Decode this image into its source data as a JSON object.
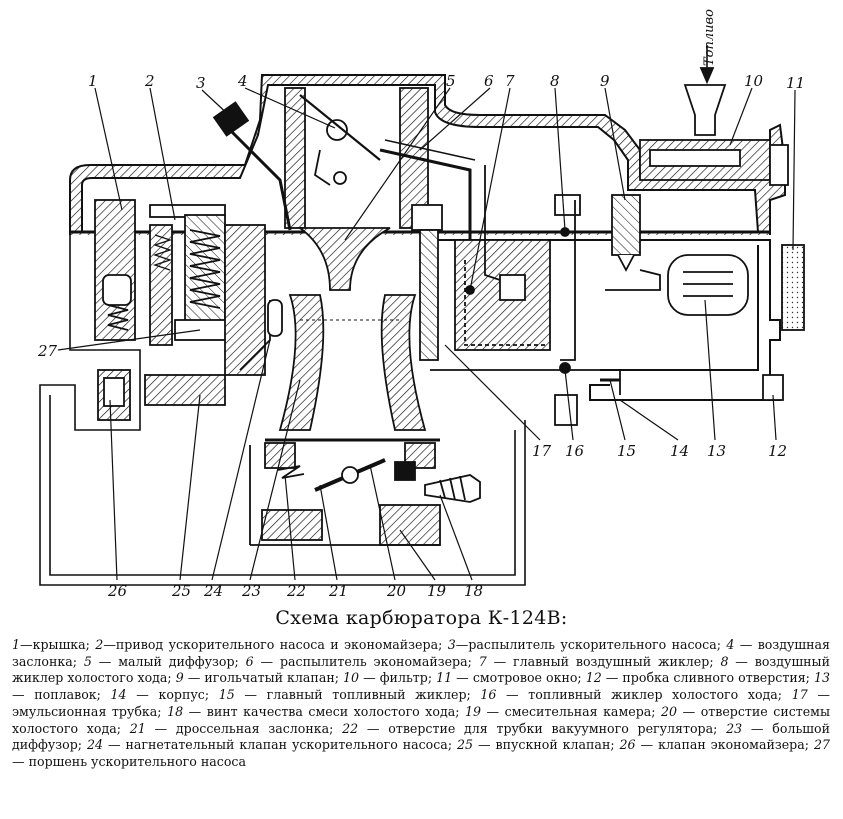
{
  "diagram": {
    "fuel_label": "Топливо",
    "callouts": {
      "top": [
        "1",
        "2",
        "3",
        "4",
        "5",
        "6",
        "7",
        "8",
        "9",
        "10",
        "11"
      ],
      "left": [
        "27"
      ],
      "bottom": [
        "26",
        "25",
        "24",
        "23",
        "22",
        "21",
        "20",
        "19",
        "18",
        "17",
        "16",
        "15",
        "14",
        "13",
        "12"
      ]
    }
  },
  "caption": {
    "title": "Схема карбюратора К-124В:"
  },
  "legend": [
    {
      "num": "1",
      "sep": "—",
      "text": "крышка;"
    },
    {
      "num": "2",
      "sep": "—",
      "text": "привод ускорительного насоса и экономайзера;"
    },
    {
      "num": "3",
      "sep": "—",
      "text": "распылитель ускорительного насоса;"
    },
    {
      "num": "4",
      "sep": " — ",
      "text": "воздушная заслонка;"
    },
    {
      "num": "5",
      "sep": " — ",
      "text": "малый диффузор;"
    },
    {
      "num": "6",
      "sep": " — ",
      "text": "распылитель экономайзера;"
    },
    {
      "num": "7",
      "sep": " — ",
      "text": "главный воздушный жиклер;"
    },
    {
      "num": "8",
      "sep": " — ",
      "text": "воздушный жиклер холостого хода;"
    },
    {
      "num": "9",
      "sep": " — ",
      "text": "игольчатый клапан;"
    },
    {
      "num": "10",
      "sep": " — ",
      "text": "фильтр;"
    },
    {
      "num": "11",
      "sep": " — ",
      "text": "смотровое окно;"
    },
    {
      "num": "12",
      "sep": " — ",
      "text": "пробка сливного отверстия;"
    },
    {
      "num": "13",
      "sep": " — ",
      "text": "поплавок;"
    },
    {
      "num": "14",
      "sep": " — ",
      "text": "корпус;"
    },
    {
      "num": "15",
      "sep": " — ",
      "text": "главный топливный жиклер;"
    },
    {
      "num": "16",
      "sep": " — ",
      "text": "топливный жиклер холостого хода;"
    },
    {
      "num": "17",
      "sep": " — ",
      "text": "эмульсионная трубка;"
    },
    {
      "num": "18",
      "sep": " — ",
      "text": "винт качества смеси холостого хода;"
    },
    {
      "num": "19",
      "sep": " — ",
      "text": "смесительная камера;"
    },
    {
      "num": "20",
      "sep": " — ",
      "text": "отверстие системы холостого хода;"
    },
    {
      "num": "21",
      "sep": " — ",
      "text": "дроссельная заслонка;"
    },
    {
      "num": "22",
      "sep": " — ",
      "text": "отверстие для трубки вакуумного регулятора;"
    },
    {
      "num": "23",
      "sep": " — ",
      "text": "большой диффузор;"
    },
    {
      "num": "24",
      "sep": " — ",
      "text": "нагнетательный клапан ускорительного насоса;"
    },
    {
      "num": "25",
      "sep": " — ",
      "text": "впускной клапан;"
    },
    {
      "num": "26",
      "sep": " — ",
      "text": "клапан экономайзера;"
    },
    {
      "num": "27",
      "sep": " — ",
      "text": "поршень ускорительного насоса"
    }
  ]
}
